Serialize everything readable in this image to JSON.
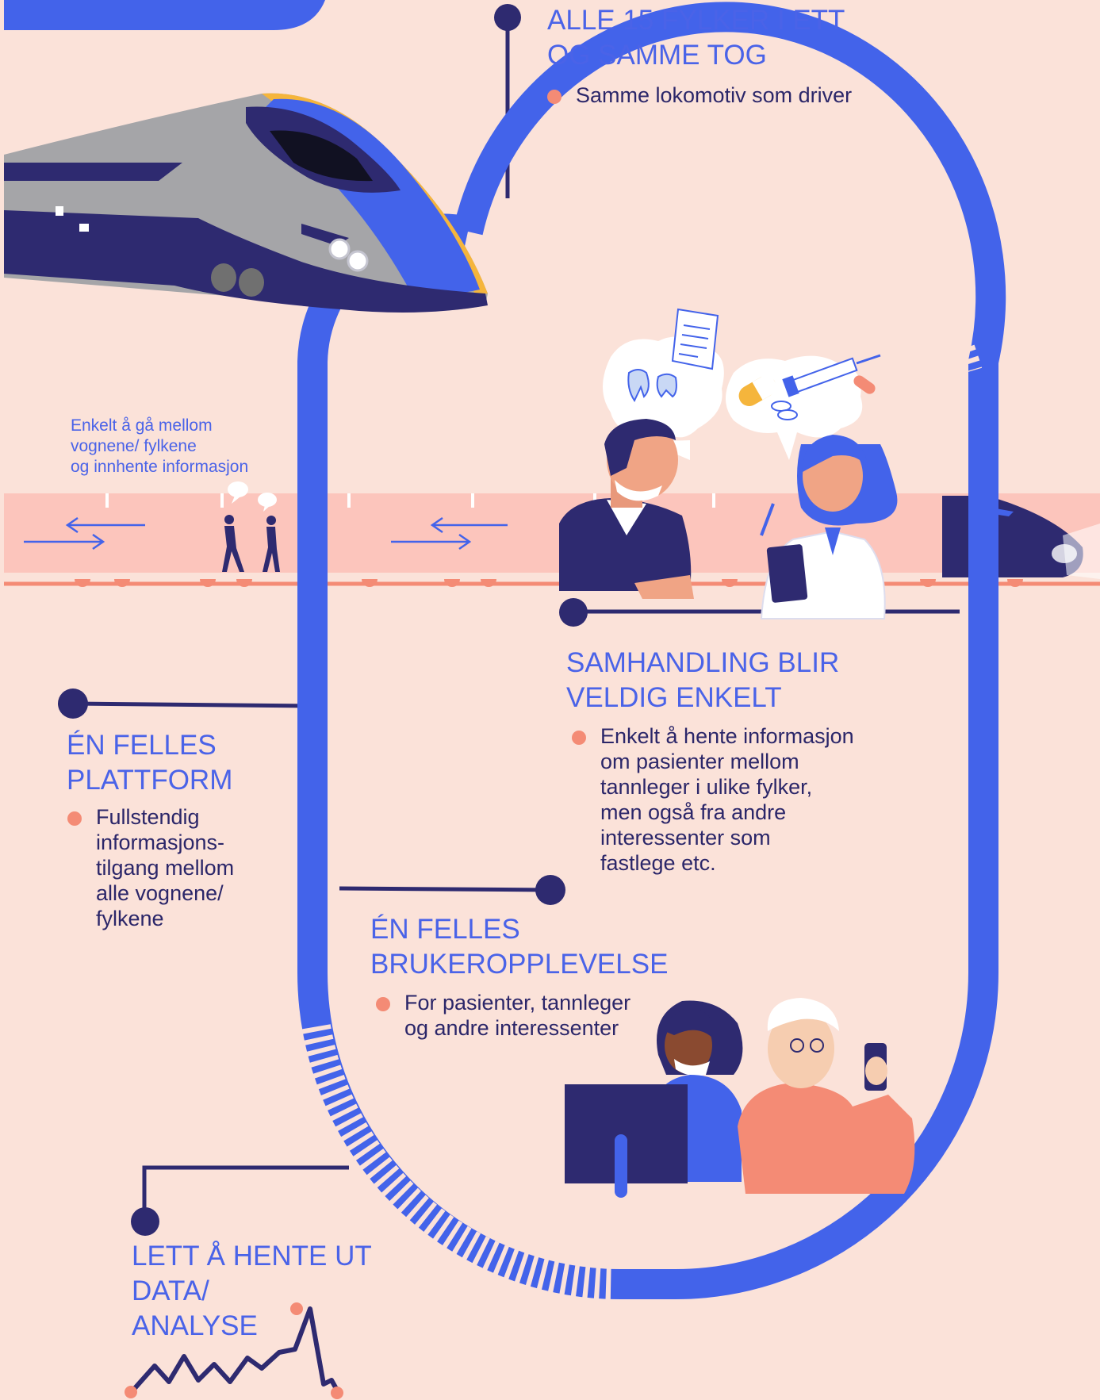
{
  "colors": {
    "background": "#fbe2d9",
    "track_blue": "#4363ea",
    "navy": "#2e2a70",
    "heading_blue": "#4a63e8",
    "bullet_coral": "#f48b75",
    "train_band": "#fcc5bc"
  },
  "sections": {
    "fylker": {
      "title": [
        "ALLE 15 FYLKER I ETT",
        "OG SAMME TOG"
      ],
      "bullet": [
        "Samme lokomotiv som driver"
      ]
    },
    "samhandling": {
      "title": [
        "SAMHANDLING BLIR",
        "VELDIG ENKELT"
      ],
      "bullet": [
        "Enkelt å hente informasjon",
        "om pasienter mellom",
        "tannleger i ulike fylker,",
        "men også fra andre",
        "interessenter som",
        "fastlege etc."
      ]
    },
    "plattform": {
      "title": [
        "ÉN FELLES",
        "PLATTFORM"
      ],
      "bullet": [
        "Fullstendig",
        "informasjons-",
        "tilgang mellom",
        "alle vognene/",
        "fylkene"
      ]
    },
    "brukeropplevelse": {
      "title": [
        "ÉN FELLES",
        "BRUKEROPPLEVELSE"
      ],
      "bullet": [
        "For pasienter, tannleger",
        "og andre interessenter"
      ]
    },
    "data": {
      "title": [
        "LETT Å HENTE UT",
        "DATA/",
        "ANALYSE"
      ]
    }
  },
  "wagon_note": [
    "Enkelt å gå mellom",
    "vognene/ fylkene",
    "og innhente informasjon"
  ],
  "icons": [
    "high-speed-train-icon",
    "walking-people-icon",
    "speech-bubble-icon",
    "dentist-icon",
    "doctor-icon",
    "tooth-icon",
    "document-icon",
    "pill-icon",
    "syringe-icon",
    "computer-monitor-icon",
    "patient-woman-icon",
    "elderly-man-phone-icon",
    "line-graph-icon",
    "arrow-left-icon",
    "arrow-right-icon"
  ]
}
